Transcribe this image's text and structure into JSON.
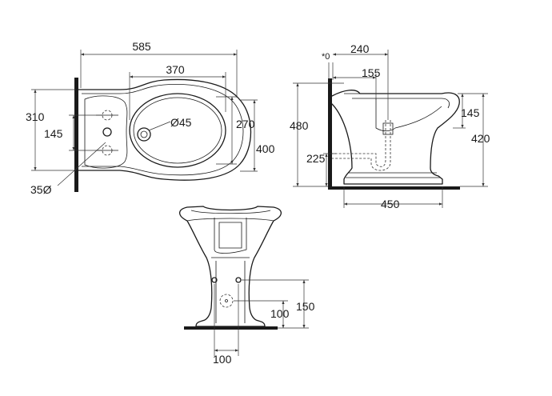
{
  "top_view": {
    "overall_length": "585",
    "bowl_length": "370",
    "hole_diameter": "Ø45",
    "bowl_width": "270",
    "overall_width": "400",
    "back_height": "310",
    "tap_spacing": "145",
    "tap_hole": "35Ø"
  },
  "side_view": {
    "wall_clearance": "*0",
    "top_offset": "240",
    "waste_offset": "155",
    "total_height": "480",
    "rim_height": "420",
    "rim_depth": "145",
    "waste_height": "225",
    "base_length": "450"
  },
  "front_view": {
    "supply_height": "150",
    "waste_height": "100",
    "base_width": "100"
  }
}
